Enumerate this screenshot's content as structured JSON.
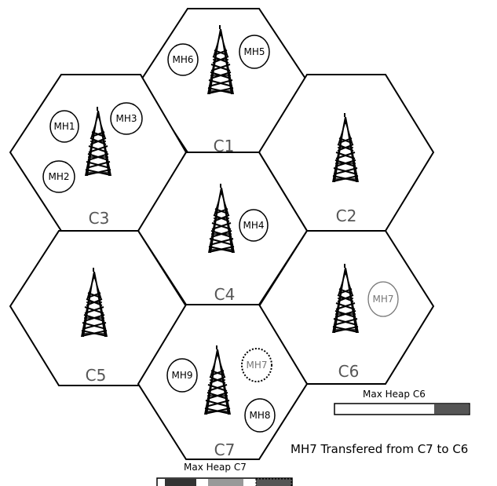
{
  "cells": [
    {
      "label": "C1"
    },
    {
      "label": "C2"
    },
    {
      "label": "C3"
    },
    {
      "label": "C4"
    },
    {
      "label": "C5"
    },
    {
      "label": "C6"
    },
    {
      "label": "C7"
    }
  ],
  "mobile_hosts": [
    {
      "label": "MH1",
      "cell": "C3",
      "style": "solid"
    },
    {
      "label": "MH2",
      "cell": "C3",
      "style": "solid"
    },
    {
      "label": "MH3",
      "cell": "C3",
      "style": "solid"
    },
    {
      "label": "MH4",
      "cell": "C4",
      "style": "solid"
    },
    {
      "label": "MH5",
      "cell": "C1",
      "style": "solid"
    },
    {
      "label": "MH6",
      "cell": "C1",
      "style": "solid"
    },
    {
      "label": "MH7",
      "cell": "C6",
      "style": "faded"
    },
    {
      "label": "MH7",
      "cell": "C7",
      "style": "dotted"
    },
    {
      "label": "MH8",
      "cell": "C7",
      "style": "solid"
    },
    {
      "label": "MH9",
      "cell": "C7",
      "style": "solid"
    }
  ],
  "heaps": {
    "c6": {
      "label": "Max Heap C6"
    },
    "c7": {
      "label": "Max Heap C7"
    }
  },
  "status": {
    "text": "MH7 Transfered from C7 to C6"
  },
  "colors": {
    "outline": "#000000",
    "cell_label": "#555555",
    "heap_dark": "#333333",
    "heap_gray": "#999999",
    "heap_mid": "#555555",
    "faded": "#777777"
  },
  "icons": {
    "tower": "cell-tower-icon"
  }
}
